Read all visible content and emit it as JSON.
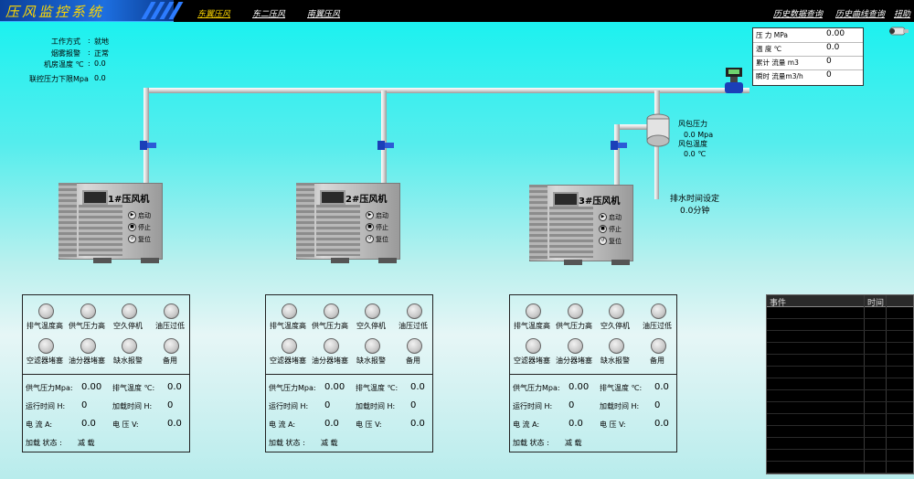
{
  "app_title": "压风监控系统",
  "tabs": [
    {
      "label": "东翼压风",
      "active": true
    },
    {
      "label": "东二压风",
      "active": false
    },
    {
      "label": "南翼压风",
      "active": false
    }
  ],
  "nav_links": [
    "历史数据查询",
    "历史曲线查询",
    "扭助"
  ],
  "status_info": {
    "work_mode_label": "工作方式",
    "work_mode_value": "就地",
    "smoke_alarm_label": "烟雾报警",
    "smoke_alarm_value": "正常",
    "room_temp_label": "机房温度 ℃",
    "room_temp_value": "0.0",
    "linked_pressure_label": "联控压力下限Mpa",
    "linked_pressure_value": "0.0"
  },
  "measurements": [
    {
      "label": "压      力 MPa",
      "value": "0.00"
    },
    {
      "label": "温      度 ℃",
      "value": "0.0"
    },
    {
      "label": "累计 流量 m3",
      "value": "0"
    },
    {
      "label": "瞬时 流量m3/h",
      "value": "0"
    }
  ],
  "air_tank": {
    "pressure_label": "风包压力",
    "pressure_value": "0.0 Mpa",
    "temp_label": "风包温度",
    "temp_value": "0.0 ℃"
  },
  "drain": {
    "label": "排水时间设定",
    "value": "0.0分钟"
  },
  "compressors": [
    {
      "name": "1#压风机",
      "buttons": [
        "启动",
        "停止",
        "复位"
      ],
      "alarms": [
        "排气温度高",
        "供气压力高",
        "空久停机",
        "油压过低",
        "空滤器堵塞",
        "油分器堵塞",
        "缺水报警",
        "备用"
      ],
      "readings": {
        "supply_pressure": "0.00",
        "exhaust_temp": "0.0",
        "run_time": "0",
        "load_time": "0",
        "current": "0.0",
        "voltage": "0.0",
        "load_state": "减 载"
      }
    },
    {
      "name": "2#压风机",
      "buttons": [
        "启动",
        "停止",
        "复位"
      ],
      "alarms": [
        "排气温度高",
        "供气压力高",
        "空久停机",
        "油压过低",
        "空滤器堵塞",
        "油分器堵塞",
        "缺水报警",
        "备用"
      ],
      "readings": {
        "supply_pressure": "0.00",
        "exhaust_temp": "0.0",
        "run_time": "0",
        "load_time": "0",
        "current": "0.0",
        "voltage": "0.0",
        "load_state": "减 载"
      }
    },
    {
      "name": "3#压风机",
      "buttons": [
        "启动",
        "停止",
        "复位"
      ],
      "alarms": [
        "排气温度高",
        "供气压力高",
        "空久停机",
        "油压过低",
        "空滤器堵塞",
        "油分器堵塞",
        "缺水报警",
        "备用"
      ],
      "readings": {
        "supply_pressure": "0.00",
        "exhaust_temp": "0.0",
        "run_time": "0",
        "load_time": "0",
        "current": "0.0",
        "voltage": "0.0",
        "load_state": "减 载"
      }
    }
  ],
  "reading_labels": {
    "supply_pressure": "供气压力Mpa:",
    "exhaust_temp": "排气温度 ℃:",
    "run_time": "运行时间  H:",
    "load_time": "加载时间  H:",
    "current": "电    流   A:",
    "voltage": "电    压   V:",
    "load_state": "加载 状态  :"
  },
  "event_log": {
    "col_event": "事件",
    "col_time": "时间"
  },
  "colors": {
    "title": "#ffd800",
    "active_tab": "#ffd800",
    "tab": "#ffffff",
    "background_top": "#12f2f0"
  }
}
